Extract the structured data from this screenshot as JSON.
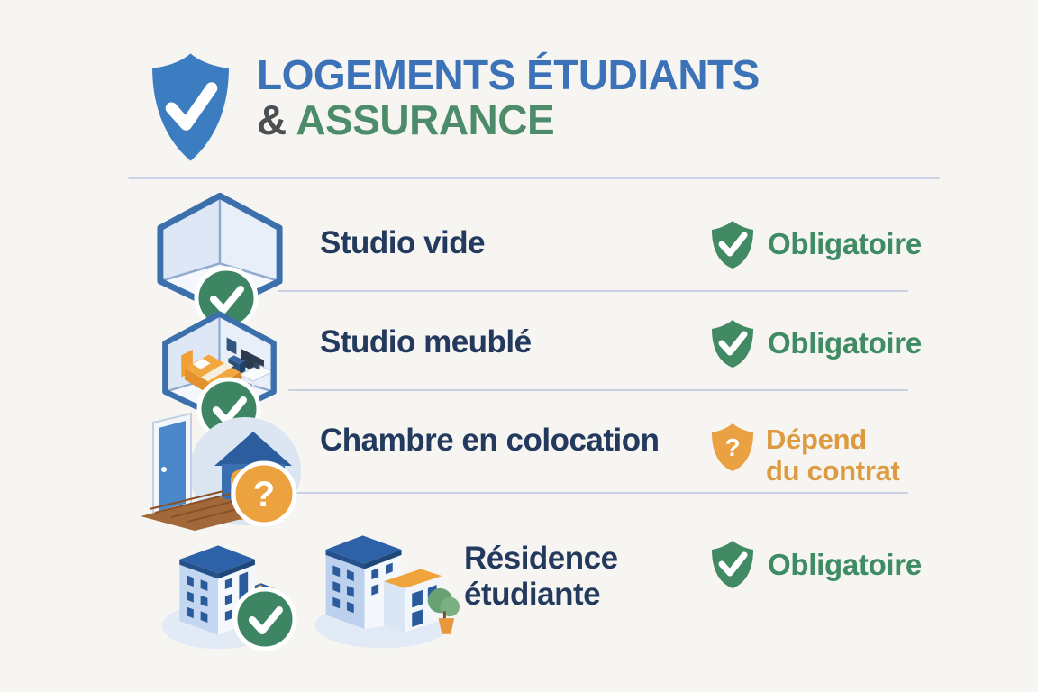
{
  "header": {
    "shield_icon": "blue-shield-check-icon",
    "title_line1": "LOGEMENTS ÉTUDIANTS",
    "amp": "&",
    "title_line2": "ASSURANCE"
  },
  "rows": [
    {
      "label": "Studio vide",
      "status": "Obligatoire",
      "badge": "check",
      "icon": "empty-studio-room"
    },
    {
      "label": "Studio meublé",
      "status": "Obligatoire",
      "badge": "check",
      "icon": "furnished-studio-room"
    },
    {
      "label": "Chambre en colocation",
      "status_line1": "Dépend",
      "status_line2": "du contrat",
      "badge": "question",
      "icon": "shared-flat-doors"
    },
    {
      "label_line1": "Résidence",
      "label_line2": "étudiante",
      "status": "Obligatoire",
      "badge": "check",
      "icon": "student-residence-buildings"
    }
  ],
  "colors": {
    "background": "#f6f5f2",
    "title_blue": "#3b72b8",
    "title_green": "#4d8c6a",
    "label_navy": "#233a5e",
    "status_green": "#3f8b63",
    "status_orange": "#dd9a3e",
    "shield_blue": "#3c7dc2",
    "divider": "#c9d0e2"
  }
}
